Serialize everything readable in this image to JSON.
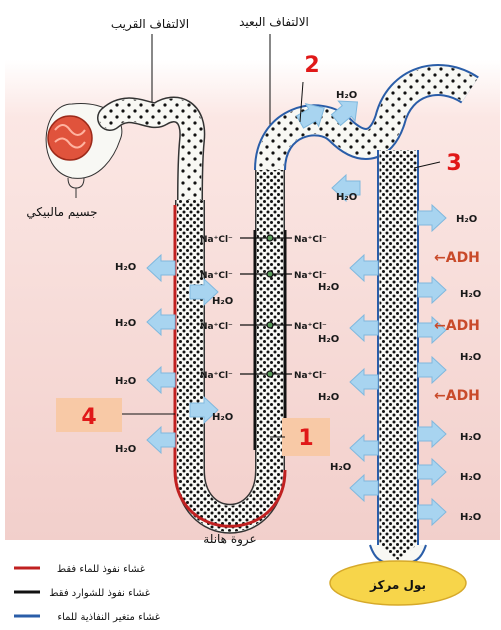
{
  "labels": {
    "proximal_tubule": "الالتفاف القريب",
    "distal_tubule": "الالتفاف البعيد",
    "malpighian_body": "جسيم مالبيكي",
    "loop_of_henle": "عروة هانلة",
    "concentrated_urine": "بول مركز",
    "water": "H₂O",
    "ion": "Na⁺Cl⁻",
    "adh": "ADH",
    "arrow_adh": "←ADH"
  },
  "numbers": [
    "1",
    "2",
    "3",
    "4"
  ],
  "legend": [
    {
      "text": "غشاء نفوذ للماء فقط",
      "color": "#c02020"
    },
    {
      "text": "غشاء نفوذ للشوارد فقط",
      "color": "#111111"
    },
    {
      "text": "غشاء متغير النفاذية للماء",
      "color": "#2a5da8"
    }
  ],
  "colors": {
    "background_pink": "#f4d3cf",
    "tube_fill": "#f8f8f4",
    "arrow_blue": "#a8d4f0",
    "number_red": "#e01818",
    "number_box": "#f8c9a6",
    "urine_yellow": "#f7d54a"
  }
}
